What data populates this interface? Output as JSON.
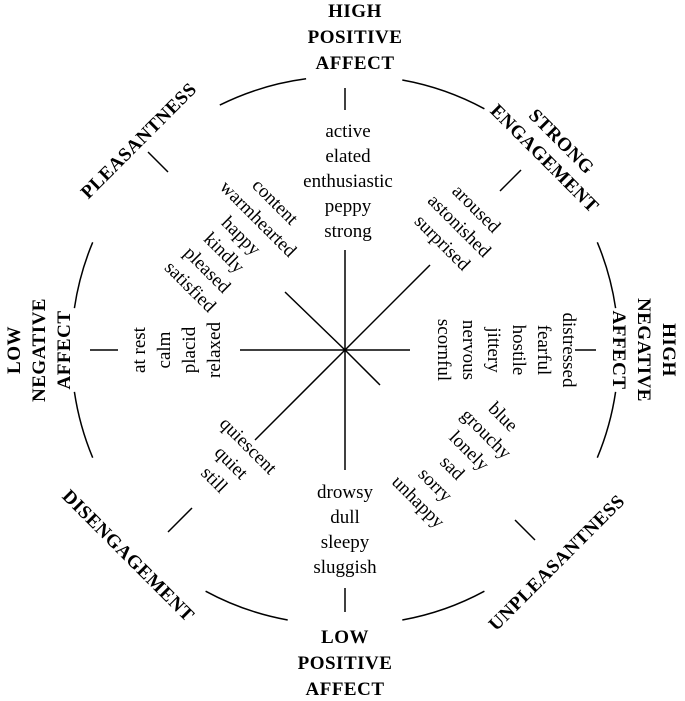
{
  "poles": {
    "high_positive_affect": [
      "HIGH",
      "POSITIVE",
      "AFFECT"
    ],
    "strong_engagement": [
      "STRONG",
      "ENGAGEMENT"
    ],
    "high_negative_affect": [
      "HIGH",
      "NEGATIVE",
      "AFFECT"
    ],
    "unpleasantness": [
      "UNPLEASANTNESS"
    ],
    "low_positive_affect": [
      "LOW",
      "POSITIVE",
      "AFFECT"
    ],
    "disengagement": [
      "DISENGAGEMENT"
    ],
    "low_negative_affect": [
      "LOW",
      "NEGATIVE",
      "AFFECT"
    ],
    "pleasantness": [
      "PLEASANTNESS"
    ]
  },
  "terms": {
    "high_positive_affect": [
      "active",
      "elated",
      "enthusiastic",
      "peppy",
      "strong"
    ],
    "strong_engagement": [
      "aroused",
      "astonished",
      "surprised"
    ],
    "high_negative_affect": [
      "distressed",
      "fearful",
      "hostile",
      "jittery",
      "nervous",
      "scornful"
    ],
    "unpleasantness": [
      "blue",
      "grouchy",
      "lonely",
      "sad",
      "sorry",
      "unhappy"
    ],
    "low_positive_affect": [
      "drowsy",
      "dull",
      "sleepy",
      "sluggish"
    ],
    "disengagement": [
      "quiescent",
      "quiet",
      "still"
    ],
    "low_negative_affect": [
      "at rest",
      "calm",
      "placid",
      "relaxed"
    ],
    "pleasantness": [
      "content",
      "warmhearted",
      "happy",
      "kindly",
      "pleased",
      "satisfied"
    ]
  }
}
